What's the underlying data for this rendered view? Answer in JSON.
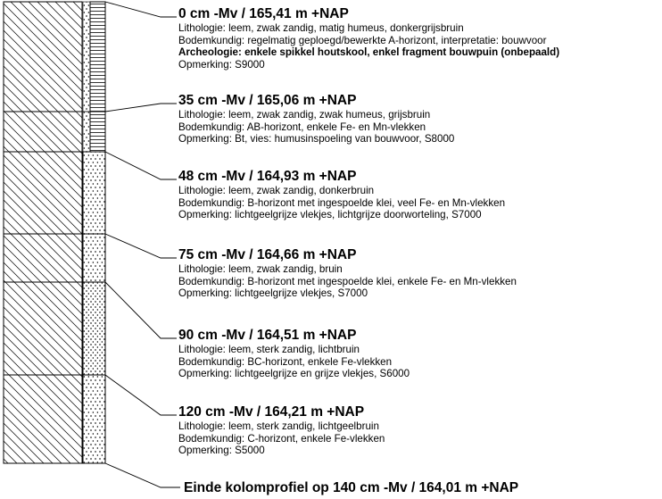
{
  "layers": [
    {
      "title": "0 cm -Mv / 165,41 m +NAP",
      "lines": [
        {
          "text": "Lithologie: leem, zwak zandig, matig humeus, donkergrijsbruin",
          "bold": false
        },
        {
          "text": "Bodemkundig: regelmatig geploegd/bewerkte A-horizont, interpretatie: bouwvoor",
          "bold": false
        },
        {
          "text": "Archeologie: enkele spikkel houtskool, enkel fragment bouwpuin (onbepaald)",
          "bold": true
        },
        {
          "text": "Opmerking: S9000",
          "bold": false
        }
      ],
      "pattern": "bars"
    },
    {
      "title": "35 cm -Mv / 165,06 m +NAP",
      "lines": [
        {
          "text": "Lithologie: leem, zwak zandig, zwak humeus, grijsbruin",
          "bold": false
        },
        {
          "text": "Bodemkundig: AB-horizont, enkele Fe- en Mn-vlekken",
          "bold": false
        },
        {
          "text": "Opmerking: Bt, vies: humusinspoeling van bouwvoor, S8000",
          "bold": false
        }
      ],
      "pattern": "bars"
    },
    {
      "title": "48 cm -Mv / 164,93 m +NAP",
      "lines": [
        {
          "text": "Lithologie: leem, zwak zandig, donkerbruin",
          "bold": false
        },
        {
          "text": "Bodemkundig: B-horizont met ingespoelde klei, veel Fe- en Mn-vlekken",
          "bold": false
        },
        {
          "text": "Opmerking: lichtgeelgrijze vlekjes, lichtgrijze doorworteling, S7000",
          "bold": false
        }
      ],
      "pattern": "dots"
    },
    {
      "title": "75 cm -Mv / 164,66 m +NAP",
      "lines": [
        {
          "text": "Lithologie: leem, zwak zandig, bruin",
          "bold": false
        },
        {
          "text": "Bodemkundig: B-horizont met ingespoelde klei, enkele Fe- en Mn-vlekken",
          "bold": false
        },
        {
          "text": "Opmerking: lichtgeelgrijze vlekjes, S7000",
          "bold": false
        }
      ],
      "pattern": "dots"
    },
    {
      "title": "90 cm -Mv / 164,51 m +NAP",
      "lines": [
        {
          "text": "Lithologie: leem, sterk zandig, lichtbruin",
          "bold": false
        },
        {
          "text": "Bodemkundig: BC-horizont, enkele Fe-vlekken",
          "bold": false
        },
        {
          "text": "Opmerking: lichtgeelgrijze  en grijze vlekjes, S6000",
          "bold": false
        }
      ],
      "pattern": "dots-dense"
    },
    {
      "title": "120 cm -Mv / 164,21 m +NAP",
      "lines": [
        {
          "text": "Lithologie: leem, sterk zandig, lichtgeelbruin",
          "bold": false
        },
        {
          "text": "Bodemkundig: C-horizont, enkele Fe-vlekken",
          "bold": false
        },
        {
          "text": "Opmerking: S5000",
          "bold": false
        }
      ],
      "pattern": "dots"
    }
  ],
  "end_note": "Einde kolomprofiel op 140 cm -Mv / 164,01 m +NAP"
}
